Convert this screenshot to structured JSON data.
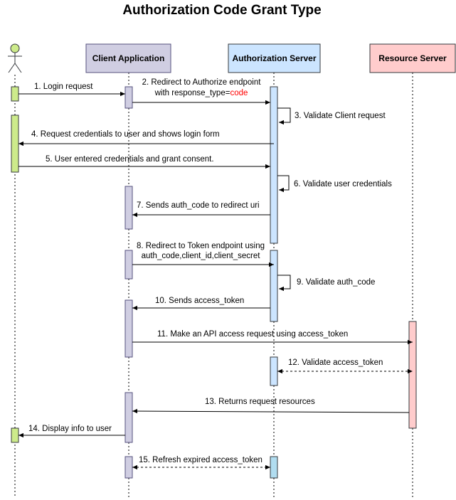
{
  "title": "Authorization Code Grant Type",
  "participants": {
    "client": "Client Application",
    "auth": "Authorization Server",
    "resource": "Resource Server"
  },
  "messages": {
    "m1": "1. Login request",
    "m2a": "2. Redirect to Authorize endpoint",
    "m2b_prefix": "with response_type=",
    "m2b_highlight": "code",
    "m3": "3. Validate Client request",
    "m4": "4.  Request credentials to user and shows login form",
    "m5": "5. User entered credentials and grant consent.",
    "m6": "6. Validate user credentials",
    "m7": "7. Sends auth_code to redirect uri",
    "m8a": "8. Redirect to Token endpoint using",
    "m8b": "auth_code,client_id,client_secret",
    "m9": "9. Validate auth_code",
    "m10": "10. Sends access_token",
    "m11": "11. Make an API access request using access_token",
    "m12": "12. Validate access_token",
    "m13": "13. Returns request resources",
    "m14": "14. Display info to user",
    "m15": "15. Refresh expired access_token"
  },
  "colors": {
    "user_fill": "#cdeb8b",
    "user_stroke": "#36393d",
    "client_fill": "#d0cee2",
    "client_stroke": "#56517e",
    "auth_fill": "#cce5ff",
    "auth_stroke": "#36393d",
    "auth_final_fill": "#b1ddf0",
    "resource_fill": "#ffcccc",
    "resource_stroke": "#36393d",
    "highlight": "#ff0000"
  },
  "icons": {
    "user": "stick-figure-actor-icon"
  }
}
